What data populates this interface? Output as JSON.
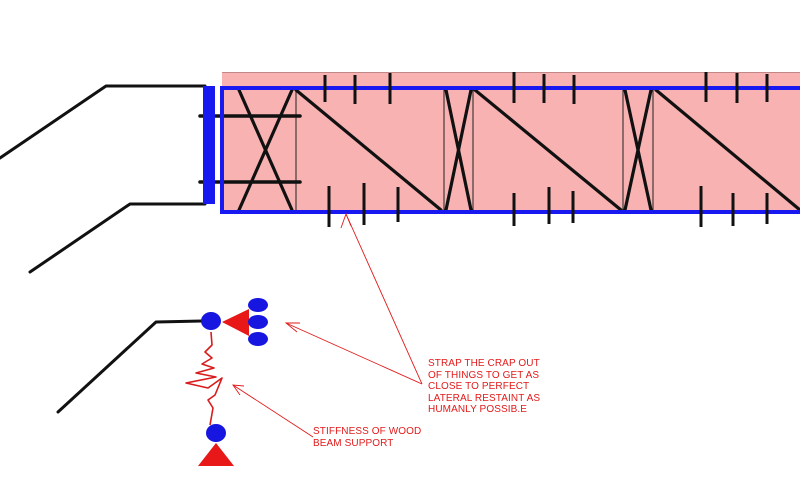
{
  "colors": {
    "beam_fill": "#f8b2b2",
    "beam_outline": "#1818f0",
    "truss": "#111111",
    "annotation": "#e21a1a",
    "support": "#e81818",
    "node": "#1616e0"
  },
  "annotations": [
    {
      "id": "strap",
      "lines": [
        "STRAP THE CRAP OUT",
        "OF THINGS TO GET AS",
        "CLOSE TO PERFECT",
        "LATERAL RESTAINT AS",
        "HUMANLY POSSIB.E"
      ]
    },
    {
      "id": "stiffness",
      "lines": [
        "STIFFNESS OF WOOD",
        "BEAM SUPPORT"
      ]
    }
  ]
}
